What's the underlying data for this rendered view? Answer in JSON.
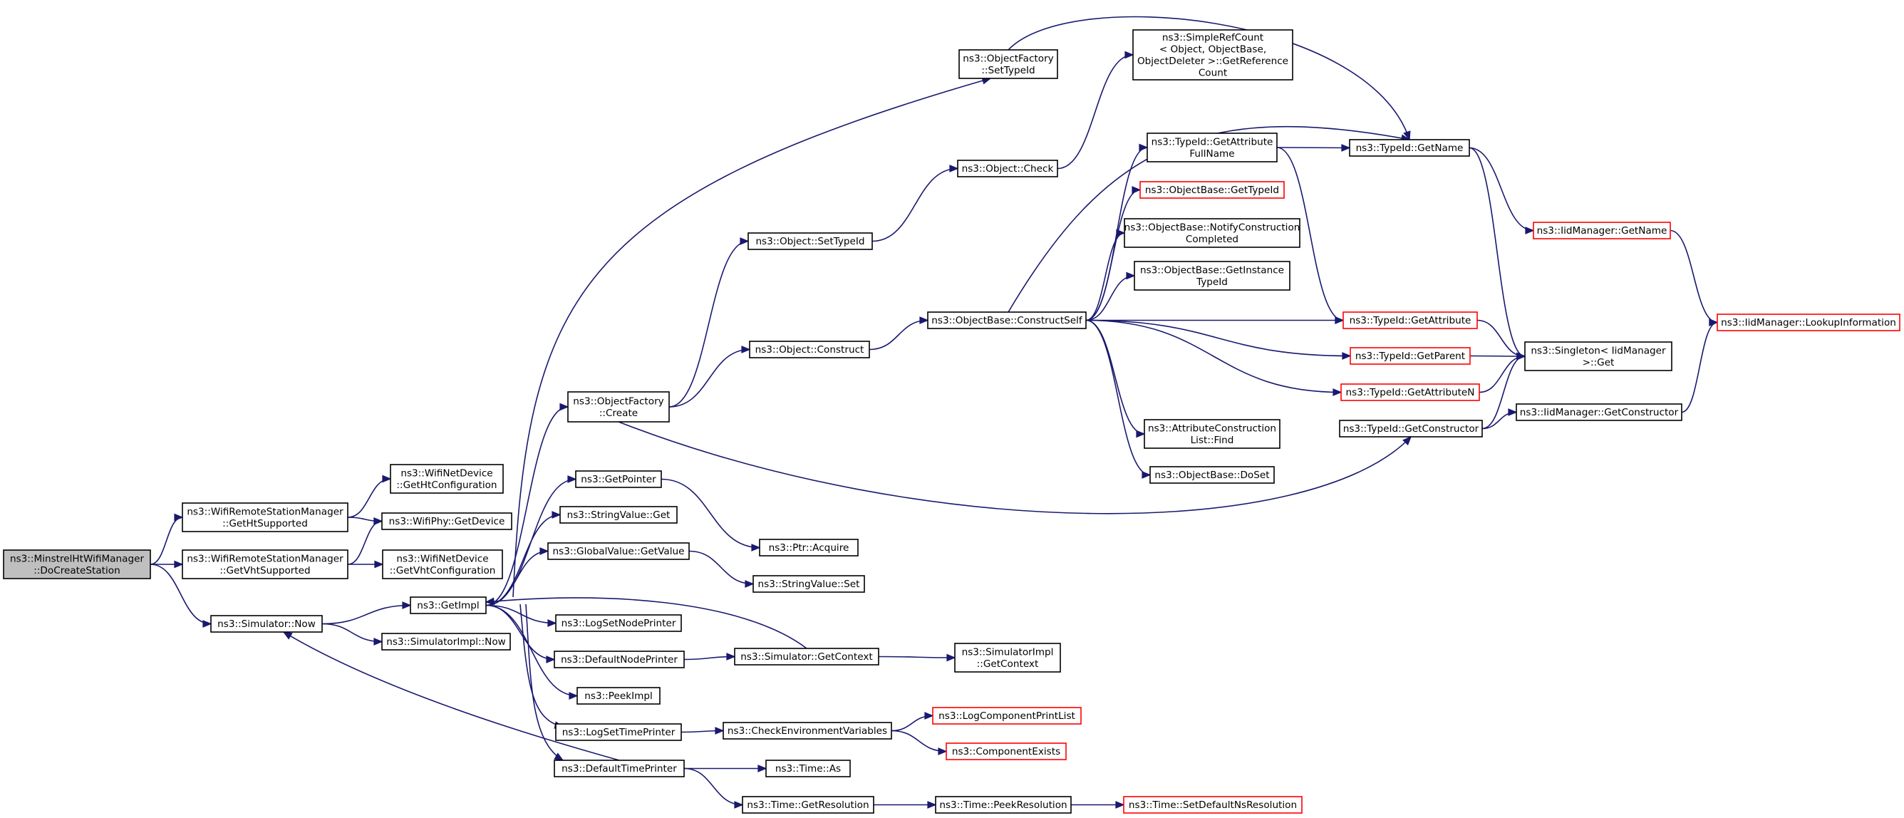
{
  "colors": {
    "edge": "#191970",
    "node_border": "#000000",
    "node_border_truncated": "#ff0000",
    "root_fill": "#bfbfbf",
    "node_fill": "#ffffff"
  },
  "nodes": [
    {
      "id": "n0",
      "lines": [
        "ns3::MinstrelHtWifiManager",
        "::DoCreateStation"
      ],
      "root": true
    },
    {
      "id": "n1",
      "lines": [
        "ns3::WifiRemoteStationManager",
        "::GetHtSupported"
      ]
    },
    {
      "id": "n2",
      "lines": [
        "ns3::WifiRemoteStationManager",
        "::GetVhtSupported"
      ]
    },
    {
      "id": "n3",
      "lines": [
        "ns3::Simulator::Now"
      ]
    },
    {
      "id": "n4",
      "lines": [
        "ns3::WifiNetDevice",
        "::GetHtConfiguration"
      ]
    },
    {
      "id": "n5",
      "lines": [
        "ns3::WifiPhy::GetDevice"
      ]
    },
    {
      "id": "n6",
      "lines": [
        "ns3::WifiNetDevice",
        "::GetVhtConfiguration"
      ]
    },
    {
      "id": "n7",
      "lines": [
        "ns3::GetImpl"
      ]
    },
    {
      "id": "n8",
      "lines": [
        "ns3::SimulatorImpl::Now"
      ]
    },
    {
      "id": "n9",
      "lines": [
        "ns3::ObjectFactory",
        "::Create"
      ]
    },
    {
      "id": "n10",
      "lines": [
        "ns3::GetPointer"
      ]
    },
    {
      "id": "n11",
      "lines": [
        "ns3::StringValue::Get"
      ]
    },
    {
      "id": "n12",
      "lines": [
        "ns3::GlobalValue::GetValue"
      ]
    },
    {
      "id": "n13",
      "lines": [
        "ns3::LogSetNodePrinter"
      ]
    },
    {
      "id": "n14",
      "lines": [
        "ns3::DefaultNodePrinter"
      ]
    },
    {
      "id": "n15",
      "lines": [
        "ns3::PeekImpl"
      ]
    },
    {
      "id": "n16",
      "lines": [
        "ns3::LogSetTimePrinter"
      ]
    },
    {
      "id": "n17",
      "lines": [
        "ns3::DefaultTimePrinter"
      ]
    },
    {
      "id": "n18",
      "lines": [
        "ns3::ObjectFactory",
        "::SetTypeId"
      ]
    },
    {
      "id": "n19",
      "lines": [
        "ns3::Object::SetTypeId"
      ]
    },
    {
      "id": "n20",
      "lines": [
        "ns3::Object::Construct"
      ]
    },
    {
      "id": "n21",
      "lines": [
        "ns3::Ptr::Acquire"
      ]
    },
    {
      "id": "n22",
      "lines": [
        "ns3::StringValue::Set"
      ]
    },
    {
      "id": "n23",
      "lines": [
        "ns3::Simulator::GetContext"
      ]
    },
    {
      "id": "n24",
      "lines": [
        "ns3::CheckEnvironmentVariables"
      ]
    },
    {
      "id": "n25",
      "lines": [
        "ns3::Time::As"
      ]
    },
    {
      "id": "n26",
      "lines": [
        "ns3::Time::GetResolution"
      ]
    },
    {
      "id": "n27",
      "lines": [
        "ns3::Object::Check"
      ]
    },
    {
      "id": "n28",
      "lines": [
        "ns3::ObjectBase::ConstructSelf"
      ]
    },
    {
      "id": "n29",
      "lines": [
        "ns3::SimpleRefCount",
        "< Object, ObjectBase,",
        " ObjectDeleter >::GetReference",
        "Count"
      ]
    },
    {
      "id": "n30",
      "lines": [
        "ns3::TypeId::GetAttribute",
        "FullName"
      ]
    },
    {
      "id": "n31",
      "lines": [
        "ns3::ObjectBase::GetTypeId"
      ],
      "truncated": true
    },
    {
      "id": "n32",
      "lines": [
        "ns3::ObjectBase::NotifyConstruction",
        "Completed"
      ]
    },
    {
      "id": "n33",
      "lines": [
        "ns3::ObjectBase::GetInstance",
        "TypeId"
      ]
    },
    {
      "id": "n34",
      "lines": [
        "ns3::AttributeConstruction",
        "List::Find"
      ]
    },
    {
      "id": "n35",
      "lines": [
        "ns3::ObjectBase::DoSet"
      ]
    },
    {
      "id": "n36",
      "lines": [
        "ns3::SimulatorImpl",
        "::GetContext"
      ]
    },
    {
      "id": "n37",
      "lines": [
        "ns3::LogComponentPrintList"
      ],
      "truncated": true
    },
    {
      "id": "n38",
      "lines": [
        "ns3::ComponentExists"
      ],
      "truncated": true
    },
    {
      "id": "n39",
      "lines": [
        "ns3::Time::PeekResolution"
      ]
    },
    {
      "id": "n40",
      "lines": [
        "ns3::TypeId::GetName"
      ]
    },
    {
      "id": "n41",
      "lines": [
        "ns3::TypeId::GetAttribute"
      ],
      "truncated": true
    },
    {
      "id": "n42",
      "lines": [
        "ns3::TypeId::GetParent"
      ],
      "truncated": true
    },
    {
      "id": "n43",
      "lines": [
        "ns3::TypeId::GetAttributeN"
      ],
      "truncated": true
    },
    {
      "id": "n44",
      "lines": [
        "ns3::TypeId::GetConstructor"
      ]
    },
    {
      "id": "n45",
      "lines": [
        "ns3::Time::SetDefaultNsResolution"
      ],
      "truncated": true
    },
    {
      "id": "n46",
      "lines": [
        "ns3::IidManager::GetName"
      ],
      "truncated": true
    },
    {
      "id": "n47",
      "lines": [
        "ns3::Singleton< IidManager",
        " >::Get"
      ]
    },
    {
      "id": "n48",
      "lines": [
        "ns3::IidManager::GetConstructor"
      ]
    },
    {
      "id": "n49",
      "lines": [
        "ns3::IidManager::LookupInformation"
      ],
      "truncated": true
    }
  ],
  "edges": [
    [
      "n0",
      "n1"
    ],
    [
      "n0",
      "n2"
    ],
    [
      "n0",
      "n3"
    ],
    [
      "n1",
      "n4"
    ],
    [
      "n1",
      "n5"
    ],
    [
      "n2",
      "n5"
    ],
    [
      "n2",
      "n6"
    ],
    [
      "n3",
      "n7"
    ],
    [
      "n3",
      "n8"
    ],
    [
      "n7",
      "n9"
    ],
    [
      "n7",
      "n10"
    ],
    [
      "n7",
      "n11"
    ],
    [
      "n7",
      "n12"
    ],
    [
      "n7",
      "n13"
    ],
    [
      "n7",
      "n14"
    ],
    [
      "n7",
      "n15"
    ],
    [
      "n7",
      "n16"
    ],
    [
      "n7",
      "n17"
    ],
    [
      "n7",
      "n18"
    ],
    [
      "n9",
      "n19"
    ],
    [
      "n9",
      "n20"
    ],
    [
      "n9",
      "n44"
    ],
    [
      "n10",
      "n21"
    ],
    [
      "n12",
      "n22"
    ],
    [
      "n14",
      "n23"
    ],
    [
      "n23",
      "n7"
    ],
    [
      "n23",
      "n36"
    ],
    [
      "n16",
      "n24"
    ],
    [
      "n17",
      "n3"
    ],
    [
      "n17",
      "n25"
    ],
    [
      "n17",
      "n26"
    ],
    [
      "n18",
      "n40"
    ],
    [
      "n19",
      "n27"
    ],
    [
      "n27",
      "n29"
    ],
    [
      "n20",
      "n28"
    ],
    [
      "n28",
      "n30"
    ],
    [
      "n28",
      "n31"
    ],
    [
      "n28",
      "n32"
    ],
    [
      "n28",
      "n33"
    ],
    [
      "n28",
      "n40"
    ],
    [
      "n28",
      "n41"
    ],
    [
      "n28",
      "n42"
    ],
    [
      "n28",
      "n43"
    ],
    [
      "n28",
      "n34"
    ],
    [
      "n28",
      "n35"
    ],
    [
      "n30",
      "n40"
    ],
    [
      "n30",
      "n41"
    ],
    [
      "n24",
      "n37"
    ],
    [
      "n24",
      "n38"
    ],
    [
      "n26",
      "n39"
    ],
    [
      "n39",
      "n45"
    ],
    [
      "n40",
      "n46"
    ],
    [
      "n40",
      "n47"
    ],
    [
      "n41",
      "n47"
    ],
    [
      "n42",
      "n47"
    ],
    [
      "n43",
      "n47"
    ],
    [
      "n44",
      "n47"
    ],
    [
      "n44",
      "n48"
    ],
    [
      "n46",
      "n49"
    ],
    [
      "n48",
      "n49"
    ]
  ]
}
